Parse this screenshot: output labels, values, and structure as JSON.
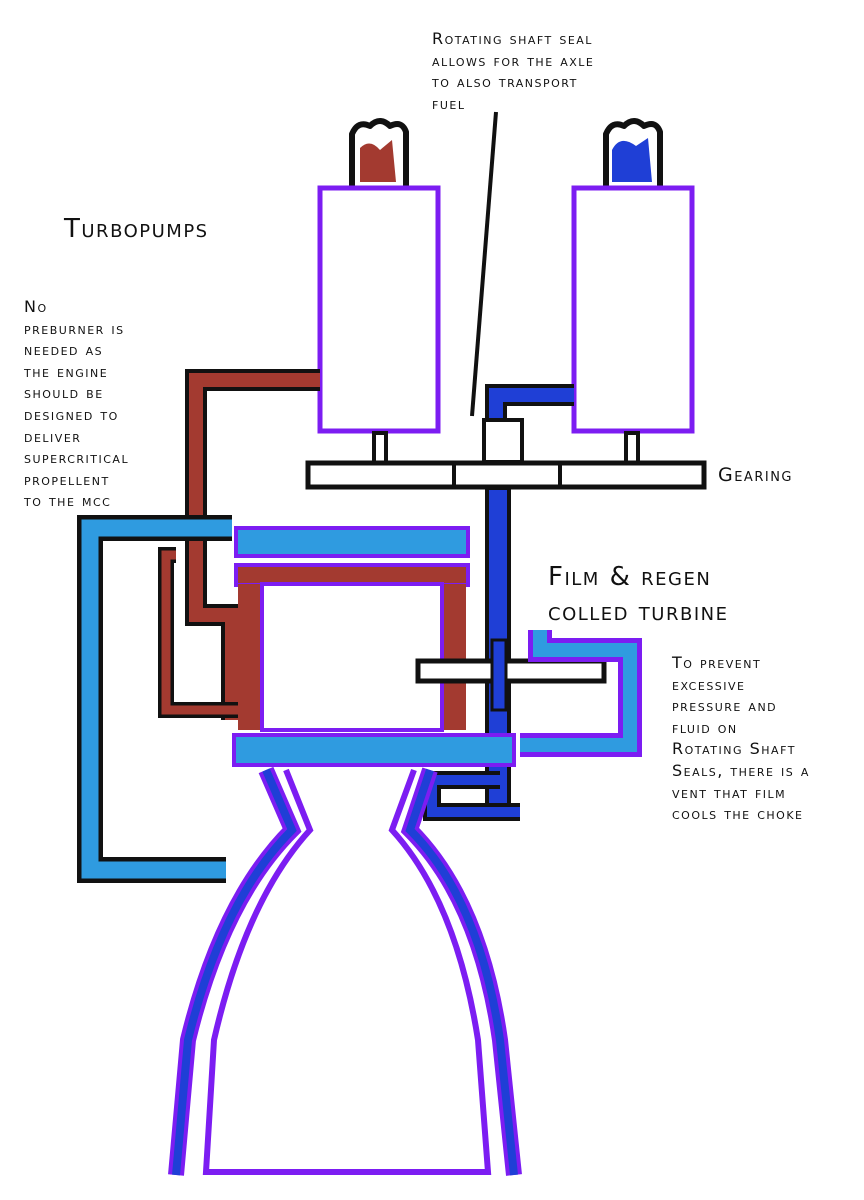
{
  "labels": {
    "seal_note": "Rotating shaft seal\nallows for the axle\nto also transport\nfuel",
    "turbopumps": "Turbopumps",
    "preburner_note": "No\npreburner is\nneeded as\nthe engine\nshould be\ndesigned to\ndeliver\nsupercritical\npropellent\nto the mcc",
    "gearing": "Gearing",
    "turbine": "Film & regen\ncolled turbine",
    "vent_note": "To prevent\nexcessive\npressure and\nfluid on\nRotating Shaft\nSeals, there is a\nvent that film\ncools the choke"
  },
  "colors": {
    "outline": "#7c1df2",
    "line": "#111111",
    "fuel": "#a33a30",
    "oxidizer": "#1f3fd6",
    "coolant": "#2f9be0"
  }
}
